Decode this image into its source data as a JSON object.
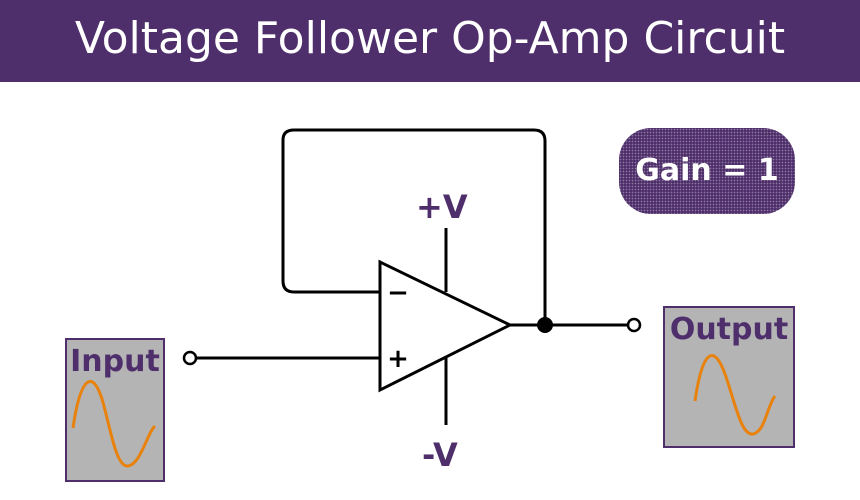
{
  "title": "Voltage Follower Op-Amp Circuit",
  "gain_label": "Gain = 1",
  "supply_positive": "+V",
  "supply_negative": "-V",
  "inverting_symbol": "−",
  "non_inverting_symbol": "+",
  "input_label": "Input",
  "output_label": "Output",
  "colors": {
    "header_bg": "#4e2f6b",
    "accent": "#4e2f6b",
    "signal_wave": "#e8820c",
    "signal_box_bg": "#b4b4b4",
    "wire": "#000000"
  }
}
